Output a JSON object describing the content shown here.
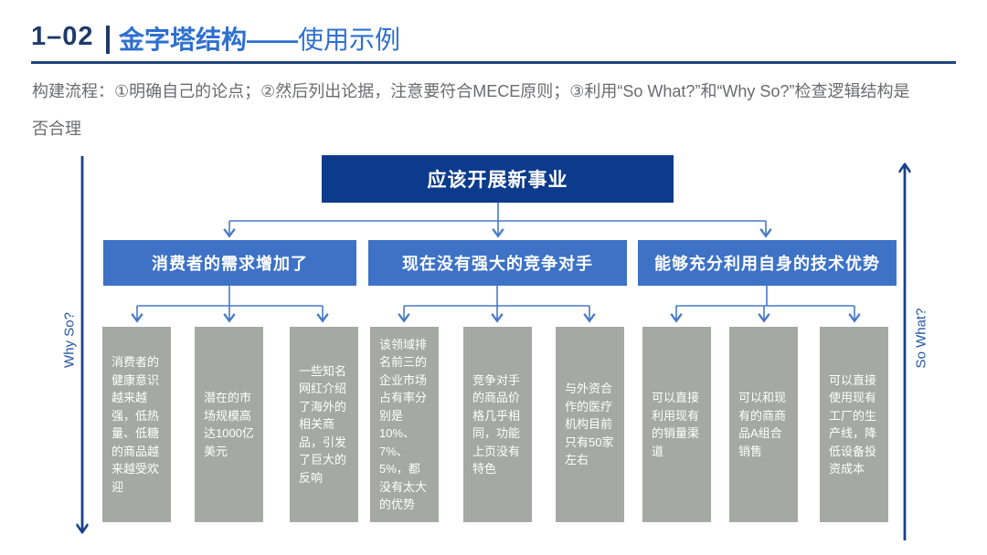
{
  "slide": {
    "number": "1–02",
    "title_bold": "金字塔结构——",
    "title_regular": "使用示例",
    "description_line1": "构建流程：①明确自己的论点；②然后列出论据，注意要符合MECE原则；③利用“So What?”和“Why So?”检查逻辑结构是",
    "description_line2": "否合理"
  },
  "diagram": {
    "root": "应该开展新事业",
    "level2": [
      "消费者的需求增加了",
      "现在没有强大的竞争对手",
      "能够充分利用自身的技术优势"
    ],
    "level3": [
      "消费者的健康意识越来越强，低热量、低糖的商品越来越受欢迎",
      "潜在的市场规模高达1000亿美元",
      "一些知名网红介绍了海外的相关商品，引发了巨大的反响",
      "该领域排名前三的企业市场占有率分别是10%、7%、5%，都没有太大的优势",
      "竞争对手的商品价格几乎相同，功能上页没有特色",
      "与外资合作的医疗机构目前只有50家左右",
      "可以直接利用现有的销量渠道",
      "可以和现有的商商品A组合销售",
      "可以直接使用现有工厂的生产线，降低设备投资成本"
    ],
    "left_arrow_label": "Why So?",
    "right_arrow_label": "So What?"
  },
  "colors": {
    "root_box": "#0d3b8c",
    "level2_box": "#3d72c6",
    "level3_box": "#a5a8a4",
    "connector": "#4679c8",
    "axis_arrow": "#17418f",
    "title_accent": "#2e6fd0",
    "title_number": "#1f3a68",
    "rule": "#1f4480",
    "description_text": "#6a6b6d"
  }
}
